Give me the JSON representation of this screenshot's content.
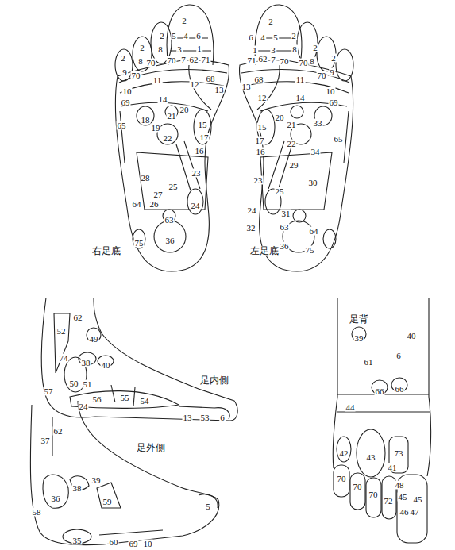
{
  "diagram": {
    "labels": [
      "2",
      "5",
      "4",
      "6",
      "3",
      "1",
      "70",
      "7",
      "62",
      "71",
      "2",
      "8",
      "2",
      "8",
      "70",
      "2",
      "9",
      "70",
      "11",
      "68",
      "12",
      "13",
      "10",
      "69",
      "14",
      "18",
      "21",
      "20",
      "19",
      "65",
      "15",
      "22",
      "17",
      "16",
      "23",
      "28",
      "25",
      "27",
      "26",
      "64",
      "24",
      "63",
      "36",
      "75",
      "右足底",
      "2",
      "6",
      "4",
      "5",
      "1",
      "3",
      "71",
      "62",
      "7",
      "70",
      "2",
      "8",
      "2",
      "8",
      "70",
      "2",
      "9",
      "70",
      "68",
      "13",
      "11",
      "12",
      "14",
      "10",
      "69",
      "33",
      "20",
      "15",
      "21",
      "65",
      "17",
      "22",
      "16",
      "34",
      "29",
      "23",
      "30",
      "25",
      "24",
      "31",
      "32",
      "63",
      "64",
      "36",
      "75",
      "左足底",
      "62",
      "52",
      "49",
      "74",
      "38",
      "40",
      "50",
      "51",
      "57",
      "56",
      "55",
      "54",
      "24",
      "足内側",
      "13",
      "53",
      "6",
      "62",
      "37",
      "足外側",
      "39",
      "38",
      "36",
      "59",
      "5",
      "58",
      "35",
      "60",
      "69",
      "10",
      "足背",
      "39",
      "40",
      "6",
      "61",
      "66",
      "66",
      "44",
      "42",
      "43",
      "73",
      "41",
      "48",
      "70",
      "70",
      "70",
      "72",
      "45",
      "45",
      "46",
      "47"
    ]
  }
}
